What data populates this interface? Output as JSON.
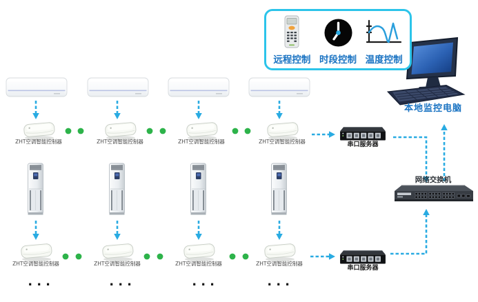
{
  "legend": {
    "items": [
      {
        "name": "remote-control",
        "label": "远程控制"
      },
      {
        "name": "time-period-control",
        "label": "时段控制"
      },
      {
        "name": "temperature-control",
        "label": "温度控制"
      }
    ]
  },
  "network": {
    "computer_label": "本地监控电脑",
    "switch_label": "网络交换机"
  },
  "rows": {
    "top": {
      "server_label": "串口服务器",
      "units": [
        {
          "label": "ZHT空调智能控制器"
        },
        {
          "label": "ZHT空调智能控制器"
        },
        {
          "label": "ZHT空调智能控制器"
        },
        {
          "label": "ZHT空调智能控制器"
        }
      ]
    },
    "bottom": {
      "server_label": "串口服务器",
      "units": [
        {
          "label": "ZHT空调智能控制器"
        },
        {
          "label": "ZHT空调智能控制器"
        },
        {
          "label": "ZHT空调智能控制器"
        },
        {
          "label": "ZHT空调智能控制器"
        }
      ]
    }
  },
  "more": {
    "ellipsis": "..."
  },
  "colors": {
    "arrow": "#29ABE2",
    "green_dot": "#2DB34A",
    "legend_border": "#2CC4EA",
    "legend_text": "#1A73C2",
    "screen_blue": "#1c4f9e"
  }
}
